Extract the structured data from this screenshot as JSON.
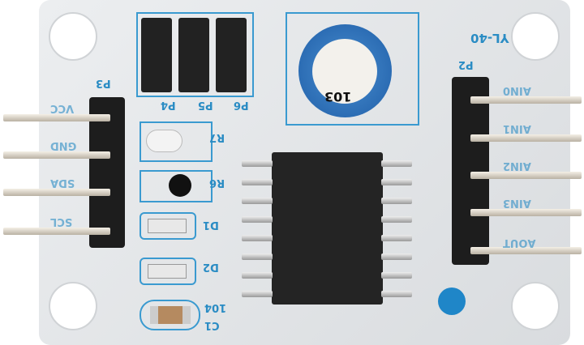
{
  "board": {
    "model": "YL-40",
    "color": "#e4e6e8",
    "silk_color": "#2a8cc4"
  },
  "headers": {
    "p3": {
      "label": "P3",
      "pins": [
        "VCC",
        "GND",
        "SDA",
        "SCL"
      ]
    },
    "p2": {
      "label": "P2",
      "pins": [
        "AIN0",
        "AIN1",
        "AIN2",
        "AIN3",
        "AOUT"
      ]
    }
  },
  "jumpers": [
    "P4",
    "P5",
    "P6"
  ],
  "components": {
    "r7": "R7",
    "r6": "R6",
    "d1": "D1",
    "d2": "D2",
    "c1": "C1",
    "c1_value": "104",
    "pot_value": "103"
  }
}
